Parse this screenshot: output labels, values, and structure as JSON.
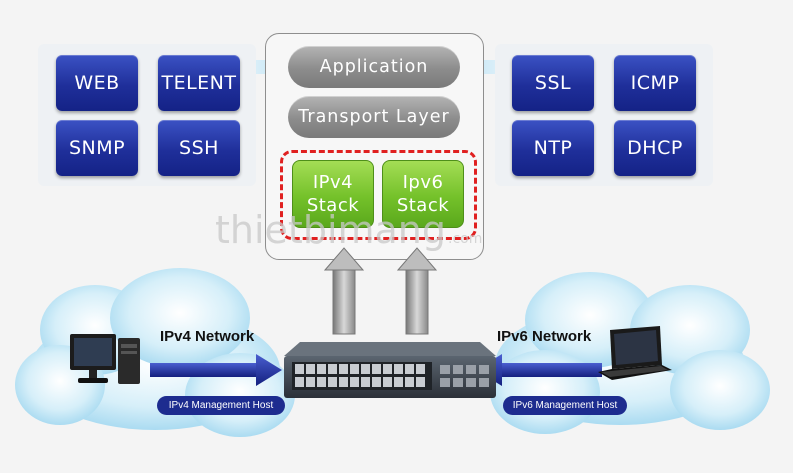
{
  "left_protocols": [
    "WEB",
    "TELENT",
    "SNMP",
    "SSH"
  ],
  "right_protocols": [
    "SSL",
    "ICMP",
    "NTP",
    "DHCP"
  ],
  "layers": {
    "application": "Application",
    "transport": "Transport Layer"
  },
  "stacks": {
    "ipv4": {
      "line1": "IPv4",
      "line2": "Stack"
    },
    "ipv6": {
      "line1": "Ipv6",
      "line2": "Stack"
    }
  },
  "networks": {
    "ipv4": {
      "label": "IPv4 Network",
      "host": "IPv4 Management Host"
    },
    "ipv6": {
      "label": "IPv6 Network",
      "host": "IPv6 Management Host"
    }
  },
  "watermark": {
    "main": "thietbimang",
    "suffix": ".com"
  },
  "colors": {
    "protocol_blue": "#1f2f9a",
    "stack_green": "#74c12a",
    "dash_red": "#e02020",
    "arrow_blue": "#1a2a9a"
  }
}
